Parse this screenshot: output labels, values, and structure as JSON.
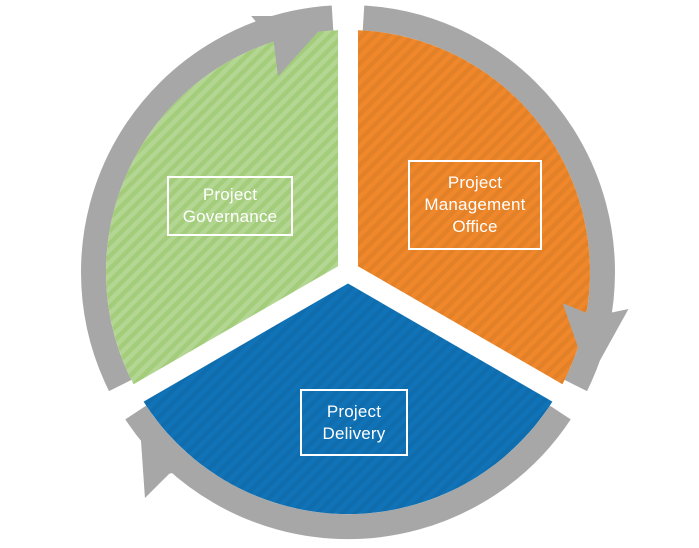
{
  "diagram": {
    "type": "cycle-diagram",
    "flow_direction": "clockwise",
    "arrow_count": 3,
    "colors": {
      "background": "#ffffff",
      "ring_and_arrows": "#a7a7a7",
      "governance_green": "#a3cd7b",
      "pmo_orange": "#f0882b",
      "delivery_blue": "#1173b7",
      "label_border": "#ffffff",
      "label_text": "#ffffff"
    },
    "segments": [
      {
        "id": "governance",
        "label": "Project\nGovernance",
        "color": "#a3cd7b",
        "position": "top-left"
      },
      {
        "id": "pmo",
        "label": "Project\nManagement\nOffice",
        "color": "#f0882b",
        "position": "top-right"
      },
      {
        "id": "delivery",
        "label": "Project\nDelivery",
        "color": "#1173b7",
        "position": "bottom"
      }
    ]
  }
}
